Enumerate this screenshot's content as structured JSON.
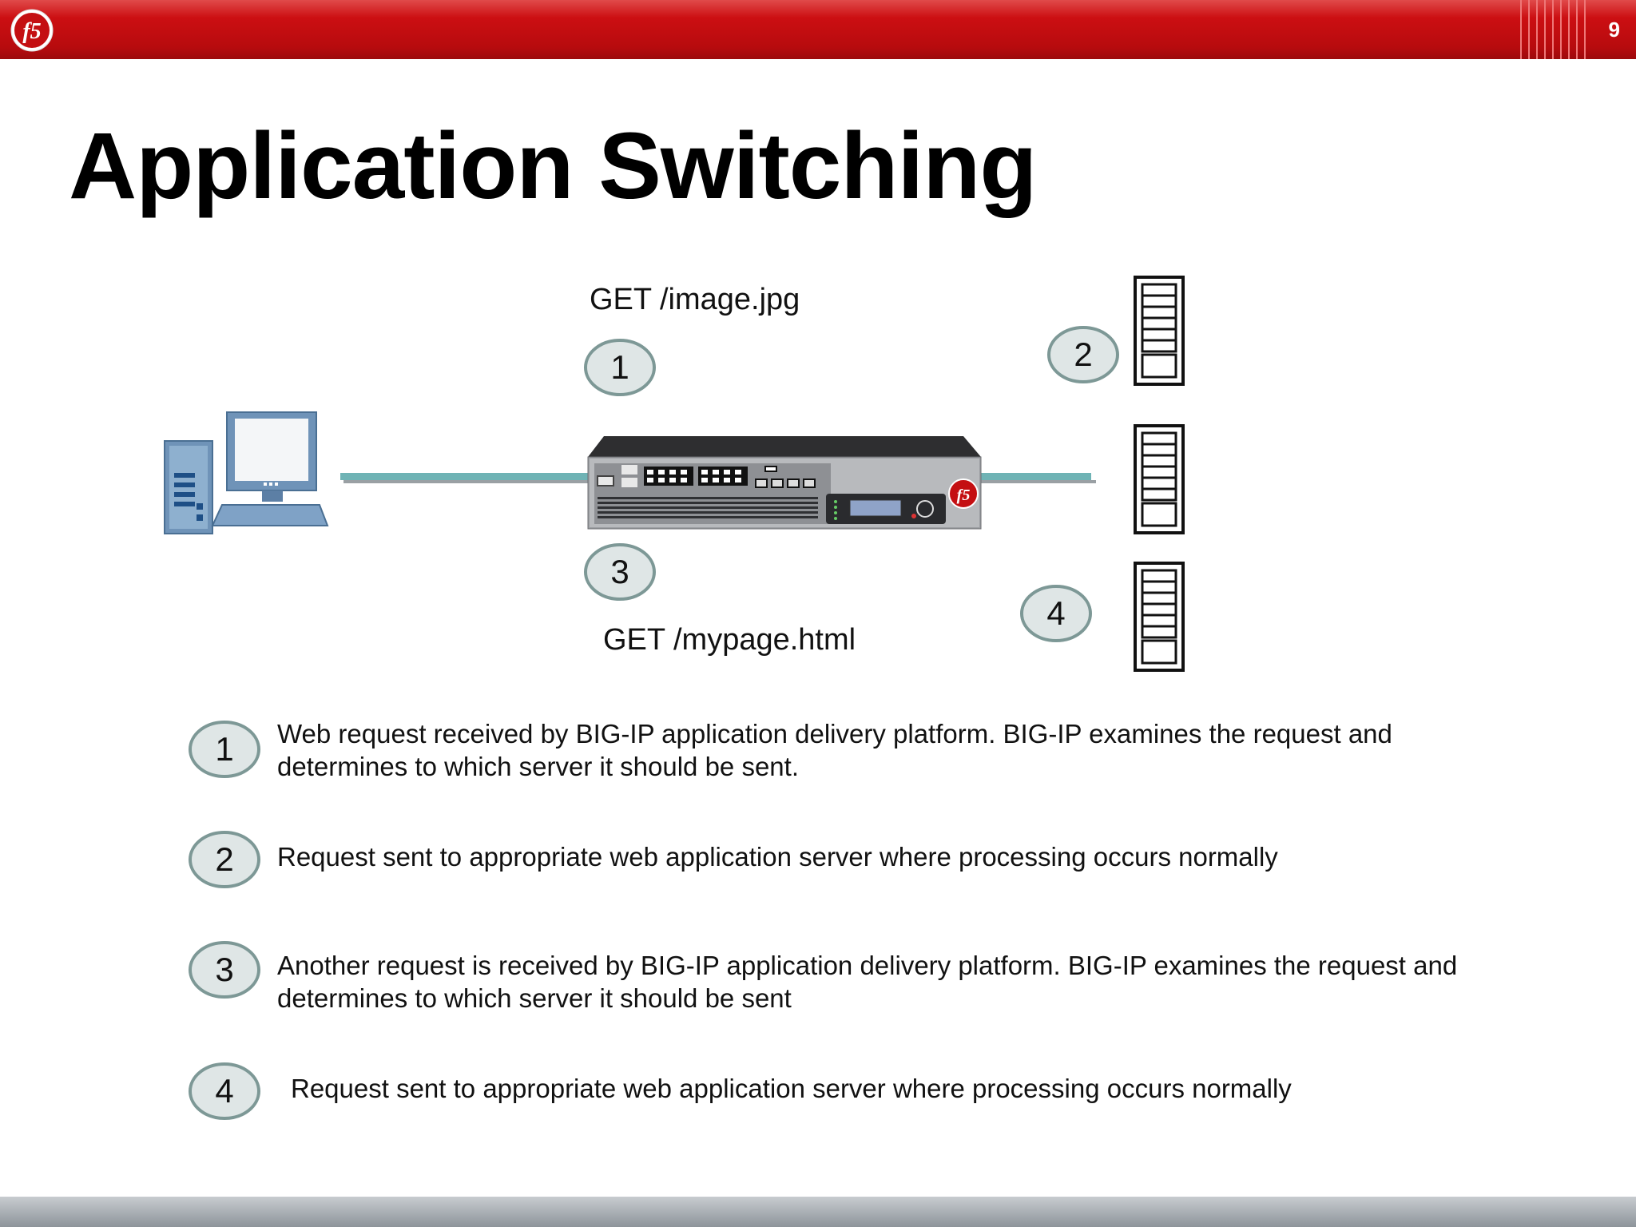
{
  "slide": {
    "page_number": "9",
    "logo_text": "f5",
    "title": "Application Switching"
  },
  "diagram": {
    "request_top": "GET /image.jpg",
    "request_bottom": "GET /mypage.html",
    "device_logo_text": "f5",
    "badges": {
      "b1": "1",
      "b2": "2",
      "b3": "3",
      "b4": "4"
    }
  },
  "steps": [
    {
      "number": "1",
      "text": "Web request received by BIG-IP application delivery platform. BIG-IP examines the request and determines to which server it should be sent."
    },
    {
      "number": "2",
      "text": "Request sent to appropriate web application server where processing occurs normally"
    },
    {
      "number": "3",
      "text": "Another request is received by BIG-IP application delivery platform. BIG-IP examines the request and determines to which server it should be sent"
    },
    {
      "number": "4",
      "text": "Request sent to appropriate web application server where processing occurs normally"
    }
  ],
  "colors": {
    "header_red": "#cc0f12",
    "badge_fill": "#dfe6e6",
    "badge_stroke": "#7d9896",
    "link_line": "#6fb3b5"
  }
}
